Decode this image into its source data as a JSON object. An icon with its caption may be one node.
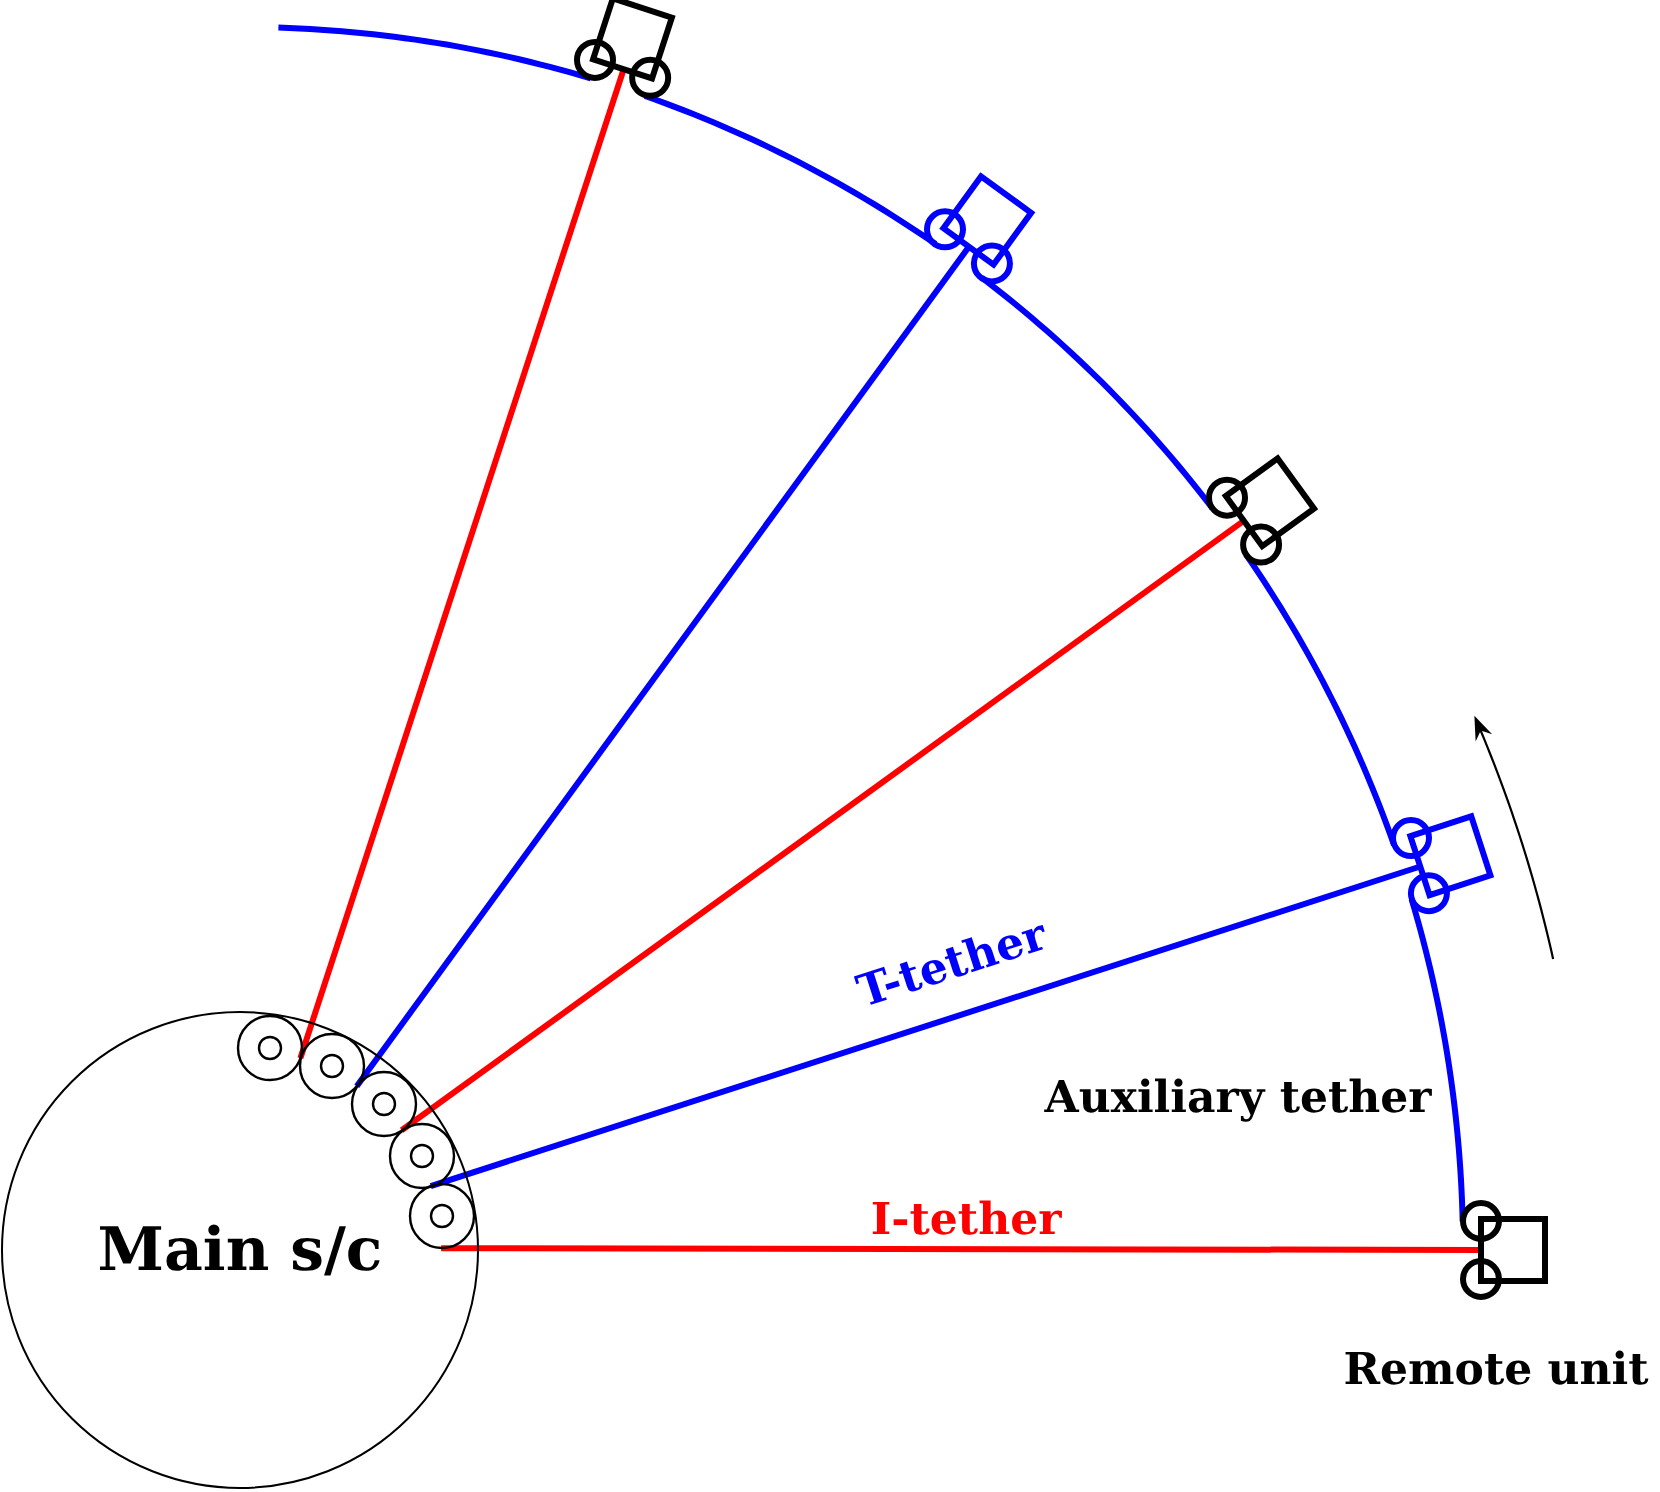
{
  "diagram": {
    "nodes": [
      {
        "text": [
          "Main s/c"
        ]
      },
      {
        "text": [],
        "shape": "circle",
        "in": 0
      },
      {
        "text": [],
        "shape": "circle",
        "in": 0
      },
      {
        "text": [],
        "shape": "circle",
        "in": 0
      },
      {
        "text": [],
        "shape": "circle",
        "in": 0
      },
      {
        "text": [],
        "shape": "circle",
        "in": 0
      },
      {
        "text": [],
        "shape": "box"
      },
      {
        "text": [],
        "shape": "box"
      },
      {
        "text": [],
        "shape": "box"
      },
      {
        "text": [],
        "shape": "box"
      },
      {
        "text": [],
        "shape": "box",
        "beside": [
          "Remote unit"
        ]
      }
    ],
    "edges": [
      {
        "from": 1,
        "to": 6,
        "arrow": "none",
        "color": "#ff0000"
      },
      {
        "from": 2,
        "to": 7,
        "arrow": "none",
        "color": "#0000ff"
      },
      {
        "from": 3,
        "to": 8,
        "arrow": "none",
        "color": "#ff0000"
      },
      {
        "from": 4,
        "to": 9,
        "arrow": "none",
        "color": "#0000ff",
        "label": "T-tether"
      },
      {
        "from": 5,
        "to": 10,
        "arrow": "none",
        "color": "#ff0000",
        "label": "I-tether"
      },
      {
        "from": 10,
        "to": 9,
        "arrow": "none",
        "color": "#0000ff",
        "label": "Auxiliary tether"
      },
      {
        "from": 9,
        "to": 8,
        "arrow": "none",
        "color": "#0000ff"
      },
      {
        "from": 8,
        "to": 7,
        "arrow": "none",
        "color": "#0000ff"
      },
      {
        "from": 7,
        "to": 6,
        "arrow": "none",
        "color": "#0000ff"
      },
      {
        "from": 6,
        "to": null,
        "arrow": "none",
        "color": "#0000ff"
      }
    ]
  }
}
